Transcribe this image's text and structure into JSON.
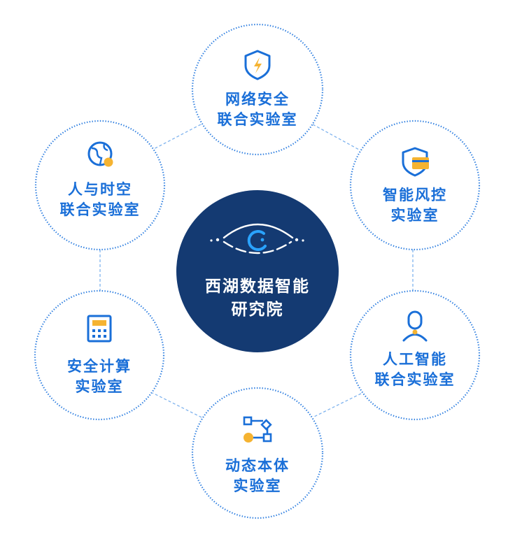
{
  "center": {
    "line1": "西湖数据智能",
    "line2": "研究院"
  },
  "labs": [
    {
      "id": "network-security",
      "line1": "网络安全",
      "line2": "联合实验室",
      "icon": "shield-lightning-icon"
    },
    {
      "id": "risk-control",
      "line1": "智能风控",
      "line2": "实验室",
      "icon": "shield-card-icon"
    },
    {
      "id": "ai",
      "line1": "人工智能",
      "line2": "联合实验室",
      "icon": "person-icon"
    },
    {
      "id": "dynamic-ontology",
      "line1": "动态本体",
      "line2": "实验室",
      "icon": "flow-nodes-icon"
    },
    {
      "id": "secure-computing",
      "line1": "安全计算",
      "line2": "实验室",
      "icon": "calculator-icon"
    },
    {
      "id": "human-spacetime",
      "line1": "人与时空",
      "line2": "联合实验室",
      "icon": "globe-icon"
    }
  ],
  "colors": {
    "primary": "#1a6fd8",
    "accent": "#f5b331",
    "center_fill": "#143a72",
    "ring": "#2f7fe0",
    "connector": "#7fb3ee"
  }
}
